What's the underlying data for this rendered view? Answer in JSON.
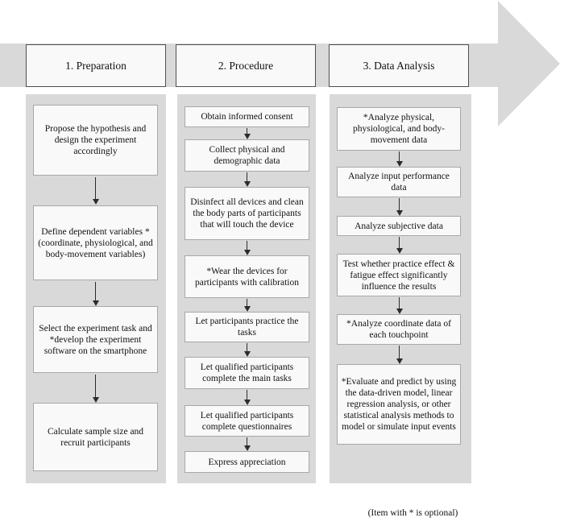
{
  "colors": {
    "panel_gray": "#d9d9d9",
    "box_fill": "#f9f9f9",
    "box_border": "#a8a8a8",
    "header_border": "#4f4f4f",
    "connector": "#2b2b2b",
    "text": "#111111",
    "background": "#ffffff"
  },
  "columns": [
    {
      "title": "1. Preparation",
      "steps": [
        "Propose the hypothesis and design the experiment accordingly",
        "Define dependent variables *(coordinate, physiological, and body-movement variables)",
        "Select the experiment task and *develop the experiment software on the smartphone",
        "Calculate sample size and recruit participants"
      ]
    },
    {
      "title": "2. Procedure",
      "steps": [
        "Obtain informed consent",
        "Collect physical and demographic data",
        "Disinfect all devices and clean the body parts of participants that will touch the device",
        "*Wear the devices for participants with calibration",
        "Let participants practice the tasks",
        "Let qualified participants complete the main tasks",
        "Let qualified participants complete questionnaires",
        "Express appreciation"
      ]
    },
    {
      "title": "3. Data Analysis",
      "steps": [
        "*Analyze physical, physiological, and body-movement data",
        "Analyze input performance data",
        "Analyze subjective data",
        "Test whether practice effect & fatigue effect significantly influence the results",
        "*Analyze coordinate data of each touchpoint",
        "*Evaluate and predict by using the data-driven model, linear regression analysis, or other statistical analysis methods to model or simulate input events"
      ]
    }
  ],
  "footnote": "(Item with * is optional)"
}
